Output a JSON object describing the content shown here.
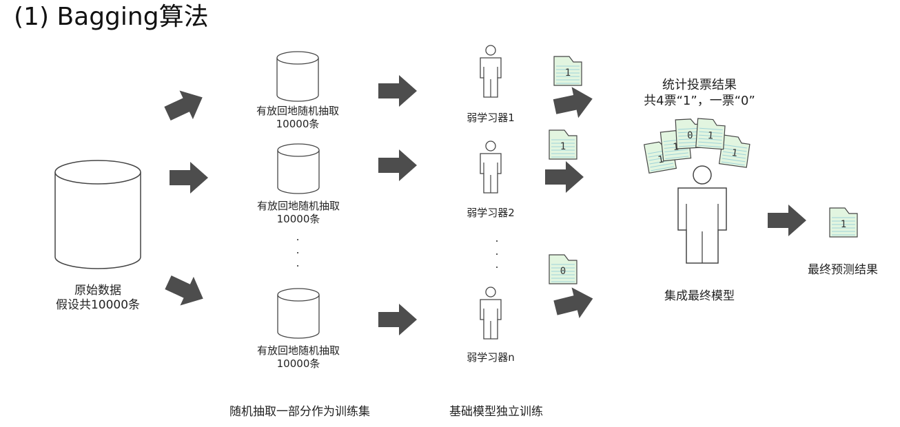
{
  "title": "(1) Bagging算法",
  "original_data": {
    "line1": "原始数据",
    "line2": "假设共10000条"
  },
  "samples": [
    {
      "line1": "有放回地随机抽取",
      "line2": "10000条"
    },
    {
      "line1": "有放回地随机抽取",
      "line2": "10000条"
    },
    {
      "line1": "有放回地随机抽取",
      "line2": "10000条"
    }
  ],
  "learners": [
    {
      "label": "弱学习器1",
      "vote": "1"
    },
    {
      "label": "弱学习器2",
      "vote": "1"
    },
    {
      "label": "弱学习器n",
      "vote": "0"
    }
  ],
  "ellipsis": ".\n.\n.",
  "vote_summary": {
    "line1": "统计投票结果",
    "line2": "共4票“1”，一票“0”"
  },
  "pile_votes": [
    "1",
    "1",
    "0",
    "1",
    "1"
  ],
  "ensemble_label": "集成最终模型",
  "final": {
    "vote": "1",
    "label": "最终预测结果"
  },
  "stage_captions": {
    "sampling": "随机抽取一部分作为训练集",
    "training": "基础模型独立训练"
  },
  "colors": {
    "arrow": "#4d4d4d",
    "paper_fill": "#e2f5e0",
    "paper_line": "#9fd3d8",
    "outline": "#333333"
  }
}
